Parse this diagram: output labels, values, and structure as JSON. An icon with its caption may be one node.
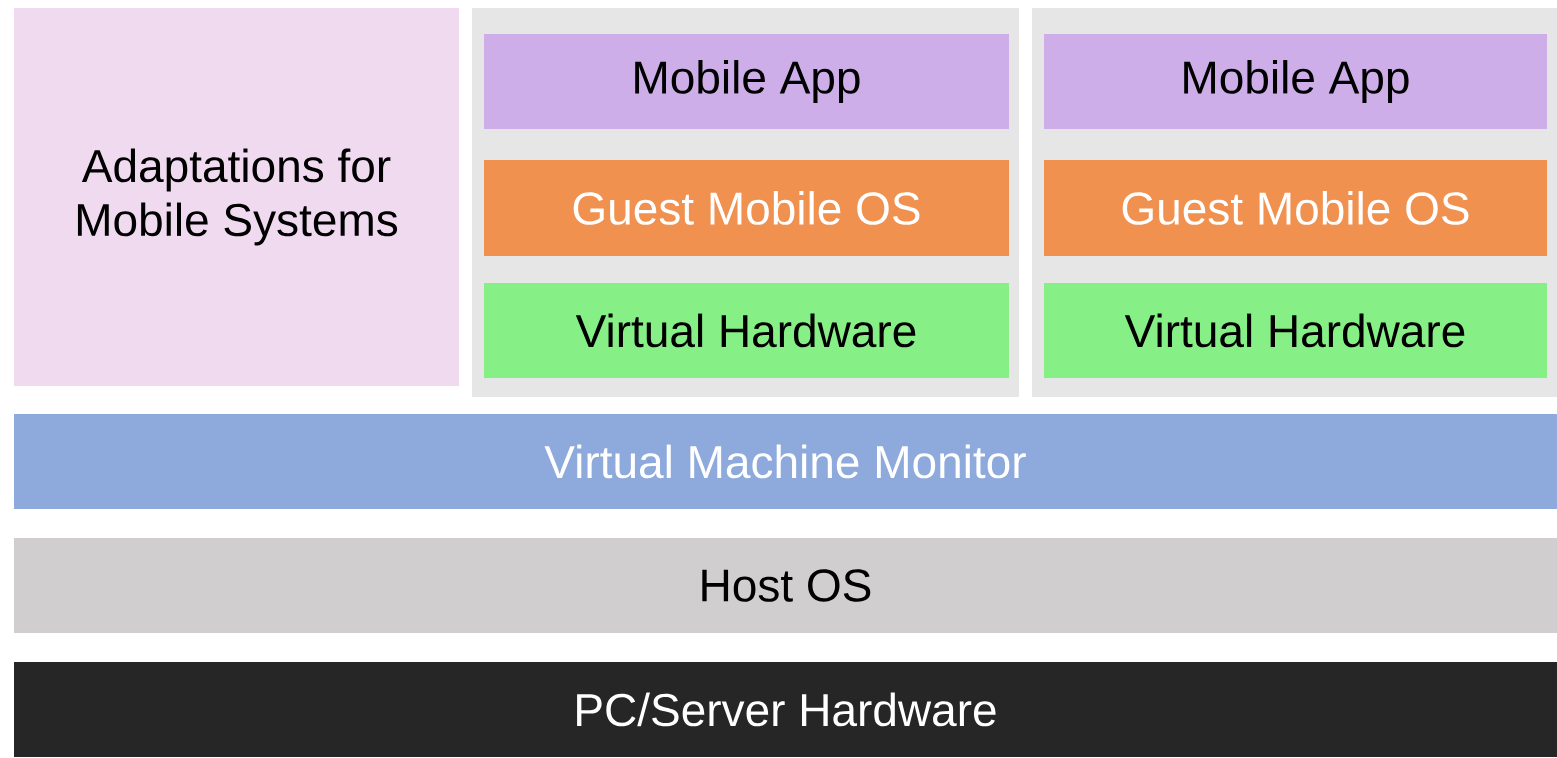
{
  "diagram": {
    "nodes": [
      {
        "text": [
          "Adaptations for Mobile Systems"
        ]
      },
      {
        "text": [],
        "shape": "box"
      },
      {
        "text": [
          "Mobile App"
        ],
        "in": 1
      },
      {
        "text": [
          "Guest Mobile OS"
        ],
        "in": 1
      },
      {
        "text": [
          "Virtual Hardware"
        ],
        "in": 1
      },
      {
        "text": [],
        "shape": "box"
      },
      {
        "text": [
          "Mobile App"
        ],
        "in": 5
      },
      {
        "text": [
          "Guest Mobile OS"
        ],
        "in": 5
      },
      {
        "text": [
          "Virtual Hardware"
        ],
        "in": 5
      },
      {
        "text": [
          "Virtual Machine Monitor"
        ]
      },
      {
        "text": [
          "Host OS"
        ]
      },
      {
        "text": [
          "PC/Server Hardware"
        ]
      }
    ]
  }
}
